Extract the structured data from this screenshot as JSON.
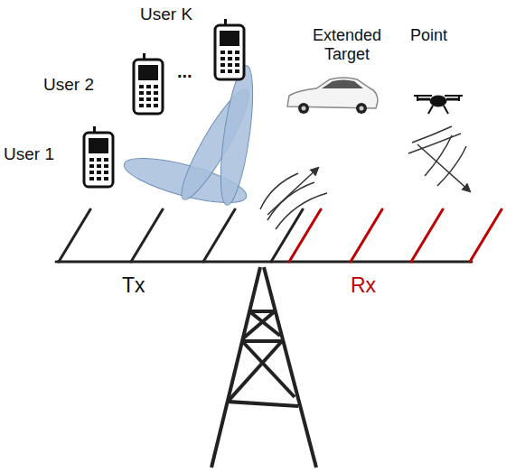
{
  "diagram": {
    "labels": [
      "User 1",
      "User 2",
      "User K",
      "...",
      "Extended Target",
      "Point",
      "Tx",
      "Rx"
    ]
  }
}
